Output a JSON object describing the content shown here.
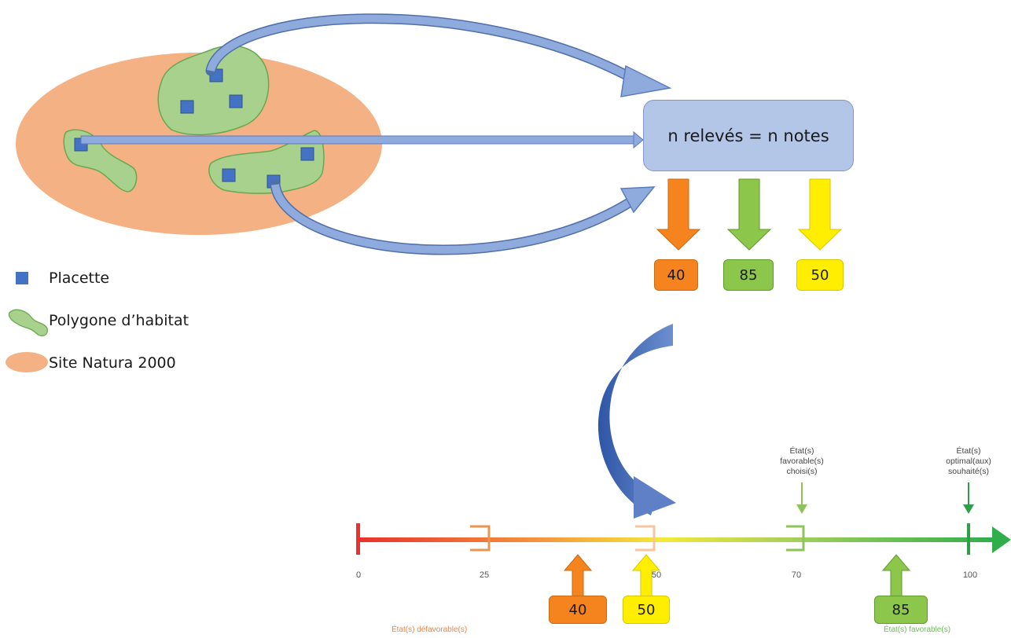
{
  "center_box": {
    "label": "n relevés = n notes"
  },
  "top_scores": [
    {
      "value": "40",
      "color": "#f5841f"
    },
    {
      "value": "85",
      "color": "#8cc64a"
    },
    {
      "value": "50",
      "color": "#ffee00"
    }
  ],
  "legend": {
    "placette": "Placette",
    "polygone": "Polygone d’habitat",
    "site": "Site Natura 2000"
  },
  "scale": {
    "ticks": [
      "0",
      "25",
      "50",
      "70",
      "100"
    ],
    "label_favorable_choisi": "État(s)\nfavorable(s)\nchoisi(s)",
    "label_optimal": "État(s)\noptimal(aux)\nsouhaité(s)",
    "label_defavorable": "État(s) défavorable(s)",
    "label_favorable": "État(s) favorable(s)"
  },
  "bottom_scores": [
    {
      "value": "40",
      "color": "#f5841f"
    },
    {
      "value": "50",
      "color": "#ffee00"
    },
    {
      "value": "85",
      "color": "#8cc64a"
    }
  ],
  "colors": {
    "site": "#f4b183",
    "polygon": "#a9d18e",
    "placette": "#4472c4",
    "flow_arrow": "#8faadc",
    "curve_arrow": "#3b62b0"
  }
}
